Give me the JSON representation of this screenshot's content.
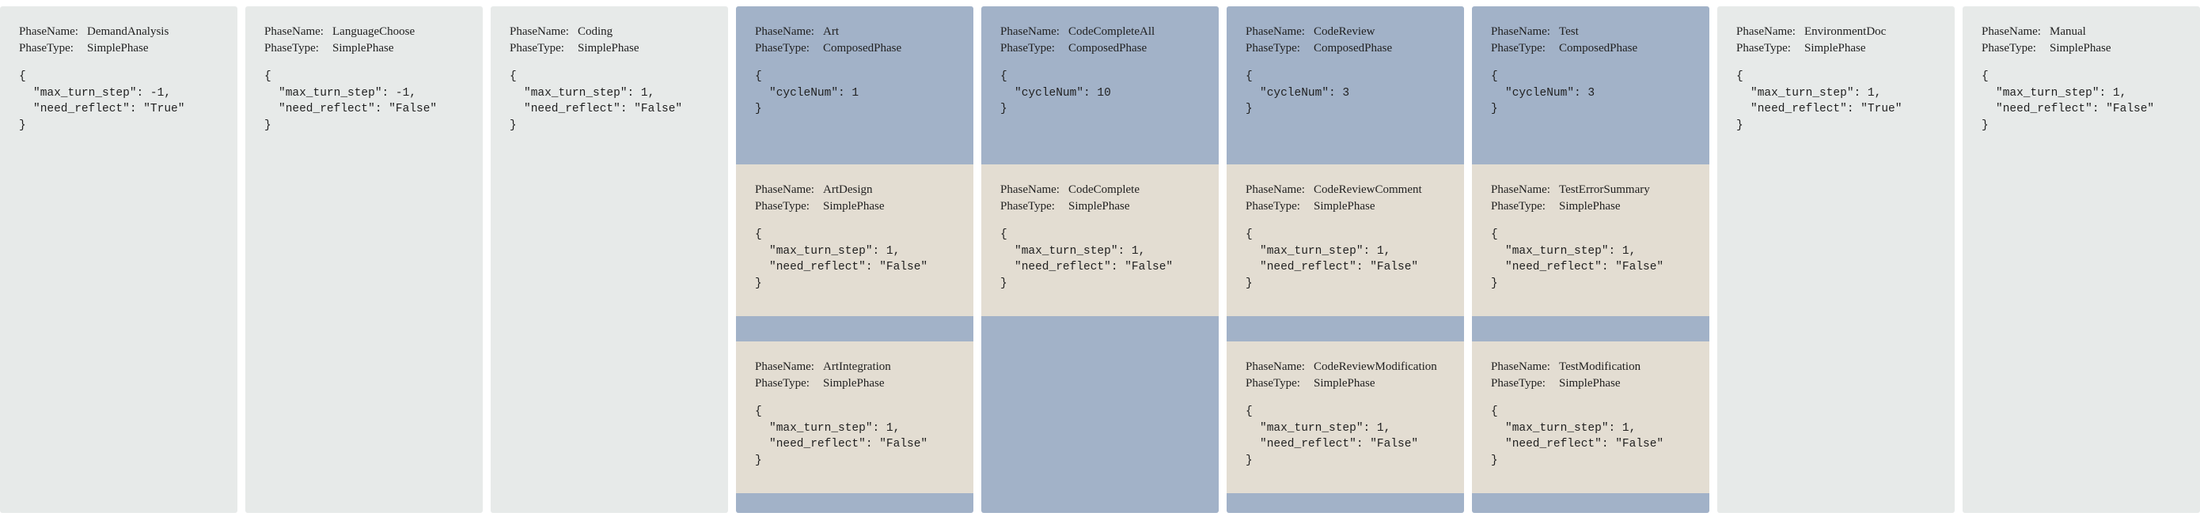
{
  "labels": {
    "name": "PhaseName:",
    "type": "PhaseType:"
  },
  "colors": {
    "simple_column_bg": "#e7eae9",
    "composed_bg": "#a2b2c8",
    "sub_phase_bg": "#e3ddd2"
  },
  "columns": [
    {
      "name": "DemandAnalysis",
      "type": "SimplePhase",
      "code": [
        "{",
        "\"max_turn_step\": -1,",
        "\"need_reflect\": \"True\"",
        "}"
      ]
    },
    {
      "name": "LanguageChoose",
      "type": "SimplePhase",
      "code": [
        "{",
        "\"max_turn_step\": -1,",
        "\"need_reflect\": \"False\"",
        "}"
      ]
    },
    {
      "name": "Coding",
      "type": "SimplePhase",
      "code": [
        "{",
        "\"max_turn_step\": 1,",
        "\"need_reflect\": \"False\"",
        "}"
      ]
    },
    {
      "name": "Art",
      "type": "ComposedPhase",
      "code": [
        "{",
        "\"cycleNum\": 1",
        "}"
      ],
      "sub": [
        {
          "name": "ArtDesign",
          "type": "SimplePhase",
          "code": [
            "{",
            "\"max_turn_step\": 1,",
            "\"need_reflect\": \"False\"",
            "}"
          ]
        },
        {
          "name": "ArtIntegration",
          "type": "SimplePhase",
          "code": [
            "{",
            "\"max_turn_step\": 1,",
            "\"need_reflect\": \"False\"",
            "}"
          ]
        }
      ]
    },
    {
      "name": "CodeCompleteAll",
      "type": "ComposedPhase",
      "code": [
        "{",
        "\"cycleNum\": 10",
        "}"
      ],
      "sub": [
        {
          "name": "CodeComplete",
          "type": "SimplePhase",
          "code": [
            "{",
            "\"max_turn_step\": 1,",
            "\"need_reflect\": \"False\"",
            "}"
          ]
        }
      ]
    },
    {
      "name": "CodeReview",
      "type": "ComposedPhase",
      "code": [
        "{",
        "\"cycleNum\": 3",
        "}"
      ],
      "sub": [
        {
          "name": "CodeReviewComment",
          "type": "SimplePhase",
          "code": [
            "{",
            "\"max_turn_step\": 1,",
            "\"need_reflect\": \"False\"",
            "}"
          ]
        },
        {
          "name": "CodeReviewModification",
          "type": "SimplePhase",
          "code": [
            "{",
            "\"max_turn_step\": 1,",
            "\"need_reflect\": \"False\"",
            "}"
          ]
        }
      ]
    },
    {
      "name": "Test",
      "type": "ComposedPhase",
      "code": [
        "{",
        "\"cycleNum\": 3",
        "}"
      ],
      "sub": [
        {
          "name": "TestErrorSummary",
          "type": "SimplePhase",
          "code": [
            "{",
            "\"max_turn_step\": 1,",
            "\"need_reflect\": \"False\"",
            "}"
          ]
        },
        {
          "name": "TestModification",
          "type": "SimplePhase",
          "code": [
            "{",
            "\"max_turn_step\": 1,",
            "\"need_reflect\": \"False\"",
            "}"
          ]
        }
      ]
    },
    {
      "name": "EnvironmentDoc",
      "type": "SimplePhase",
      "code": [
        "{",
        "\"max_turn_step\": 1,",
        "\"need_reflect\": \"True\"",
        "}"
      ]
    },
    {
      "name": "Manual",
      "type": "SimplePhase",
      "code": [
        "{",
        "\"max_turn_step\": 1,",
        "\"need_reflect\": \"False\"",
        "}"
      ]
    }
  ]
}
